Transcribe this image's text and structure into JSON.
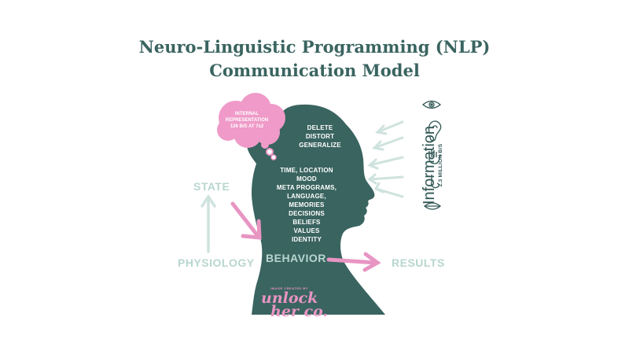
{
  "title": {
    "line1": "Neuro-Linguistic Programming (NLP)",
    "line2": "Communication Model"
  },
  "thought_cloud": {
    "line1": "INTERNAL",
    "line2": "REPRESENTATION",
    "line3": "126 B/S AT 7±2"
  },
  "filters": [
    "DELETE",
    "DISTORT",
    "GENERALIZE"
  ],
  "internal_factors": [
    "TIME, LOCATION",
    "MOOD",
    "META PROGRAMS,",
    "LANGUAGE,",
    "MEMORIES",
    "DECISIONS",
    "BELIEFS",
    "VALUES",
    "IDENTITY"
  ],
  "information": {
    "label": "Information",
    "rate": "2.3 MILLION B/S",
    "senses": [
      "eye-icon",
      "ear-icon",
      "hand-icon",
      "nose-icon",
      "mouth-icon"
    ]
  },
  "labels": {
    "state": "STATE",
    "physiology": "PHYSIOLOGY",
    "behavior": "BEHAVIOR",
    "results": "RESULTS"
  },
  "credit": {
    "small": "IMAGE CREATED BY",
    "line1": "unlock",
    "line2": "her co."
  },
  "colors": {
    "head": "#3a6460",
    "accent_pink": "#e895c3",
    "light_teal": "#b8d6cf",
    "cloud": "#ef9ac8"
  }
}
